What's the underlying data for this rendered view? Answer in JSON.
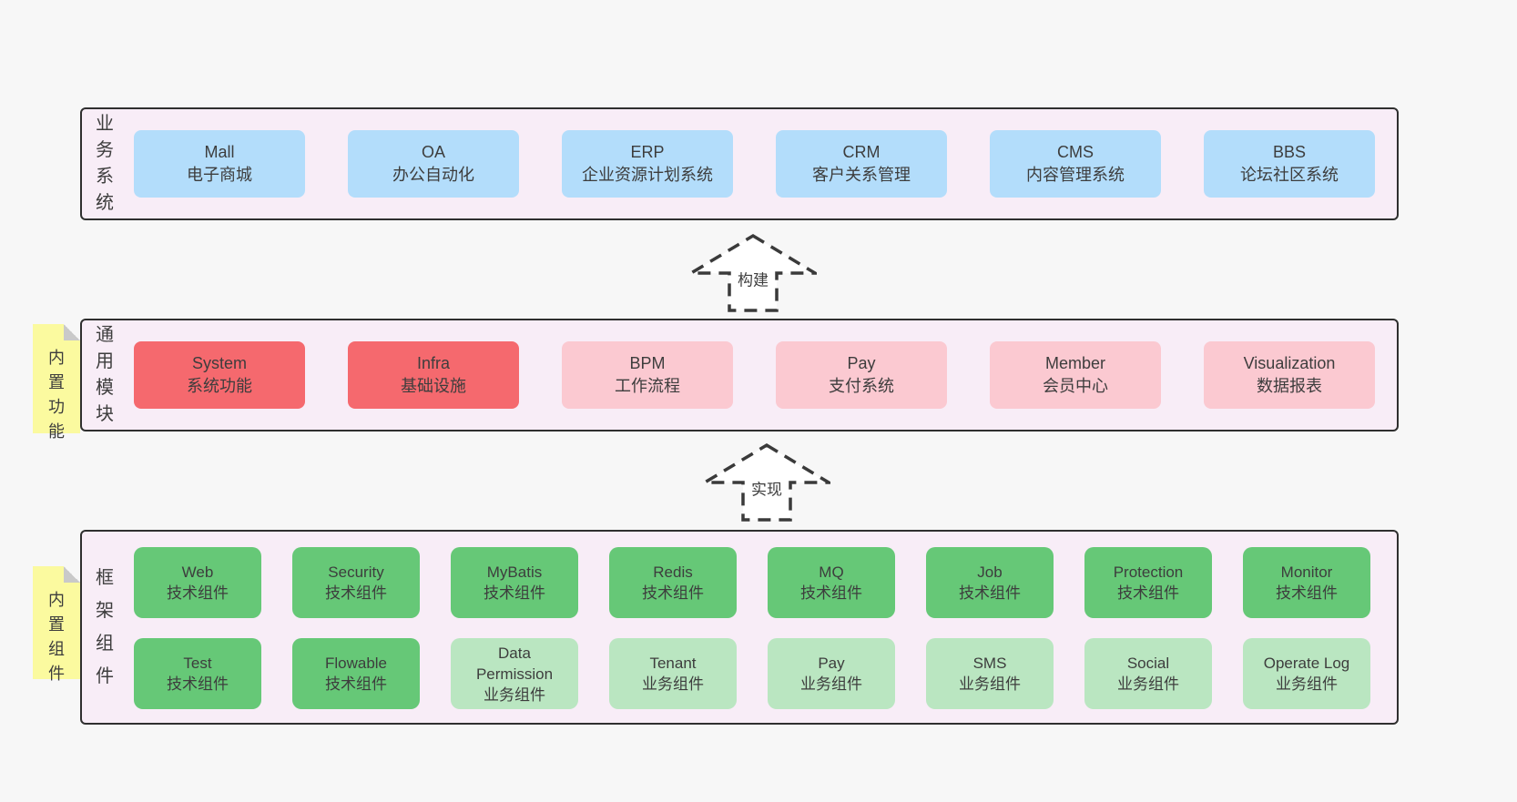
{
  "palette": {
    "page_bg": "#f7f7f7",
    "band_bg": "#f8edf7",
    "band_border": "#2f2f2f",
    "blue_box": "#b3ddfb",
    "red_box": "#f5696e",
    "pink_box": "#fbc9d1",
    "green_dark_box": "#66c877",
    "green_light_box": "#bae6c1",
    "sticky_yellow": "#fbfa9f",
    "text": "#3d3d3d"
  },
  "business": {
    "label": "业务系统",
    "boxes": [
      {
        "name": "Mall",
        "subtitle": "电子商城"
      },
      {
        "name": "OA",
        "subtitle": "办公自动化"
      },
      {
        "name": "ERP",
        "subtitle": "企业资源计划系统"
      },
      {
        "name": "CRM",
        "subtitle": "客户关系管理"
      },
      {
        "name": "CMS",
        "subtitle": "内容管理系统"
      },
      {
        "name": "BBS",
        "subtitle": "论坛社区系统"
      }
    ]
  },
  "arrows": {
    "build": {
      "label": "构建"
    },
    "implement": {
      "label": "实现"
    }
  },
  "modules": {
    "label": "通用模块",
    "sticky_note": "内置功能",
    "boxes": [
      {
        "name": "System",
        "subtitle": "系统功能",
        "variant": "red"
      },
      {
        "name": "Infra",
        "subtitle": "基础设施",
        "variant": "red"
      },
      {
        "name": "BPM",
        "subtitle": "工作流程",
        "variant": "pink"
      },
      {
        "name": "Pay",
        "subtitle": "支付系统",
        "variant": "pink"
      },
      {
        "name": "Member",
        "subtitle": "会员中心",
        "variant": "pink"
      },
      {
        "name": "Visualization",
        "subtitle": "数据报表",
        "variant": "pink"
      }
    ]
  },
  "framework": {
    "label": "框架组件",
    "sticky_note": "内置组件",
    "rows": [
      [
        {
          "name": "Web",
          "subtitle": "技术组件",
          "variant": "green-dark"
        },
        {
          "name": "Security",
          "subtitle": "技术组件",
          "variant": "green-dark"
        },
        {
          "name": "MyBatis",
          "subtitle": "技术组件",
          "variant": "green-dark"
        },
        {
          "name": "Redis",
          "subtitle": "技术组件",
          "variant": "green-dark"
        },
        {
          "name": "MQ",
          "subtitle": "技术组件",
          "variant": "green-dark"
        },
        {
          "name": "Job",
          "subtitle": "技术组件",
          "variant": "green-dark"
        },
        {
          "name": "Protection",
          "subtitle": "技术组件",
          "variant": "green-dark"
        },
        {
          "name": "Monitor",
          "subtitle": "技术组件",
          "variant": "green-dark"
        }
      ],
      [
        {
          "name": "Test",
          "subtitle": "技术组件",
          "variant": "green-dark"
        },
        {
          "name": "Flowable",
          "subtitle": "技术组件",
          "variant": "green-dark"
        },
        {
          "name": "Data Permission",
          "subtitle": "业务组件",
          "variant": "green-light"
        },
        {
          "name": "Tenant",
          "subtitle": "业务组件",
          "variant": "green-light"
        },
        {
          "name": "Pay",
          "subtitle": "业务组件",
          "variant": "green-light"
        },
        {
          "name": "SMS",
          "subtitle": "业务组件",
          "variant": "green-light"
        },
        {
          "name": "Social",
          "subtitle": "业务组件",
          "variant": "green-light"
        },
        {
          "name": "Operate Log",
          "subtitle": "业务组件",
          "variant": "green-light"
        }
      ]
    ]
  }
}
